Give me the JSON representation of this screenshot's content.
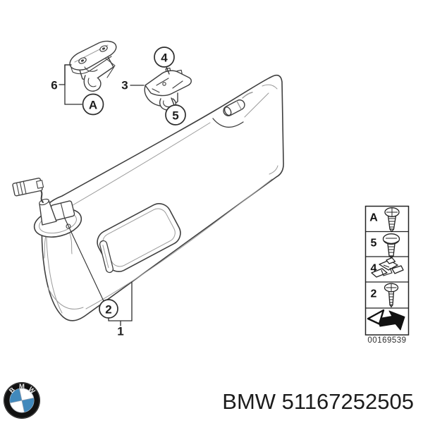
{
  "title": "BMW parts diagram - sun visor",
  "colors": {
    "line": "#3f3f3f",
    "line_light": "#9a9a9a",
    "text": "#1c1c1c",
    "logo_blue": "#4189bc",
    "logo_black": "#111111"
  },
  "callouts": {
    "item6": "6",
    "item3": "3",
    "item1": "1",
    "circleA": "A",
    "circle4": "4",
    "circle5": "5",
    "circle2": "2"
  },
  "legend": {
    "rows": [
      {
        "label": "A",
        "icon": "pan-head-screw"
      },
      {
        "label": "5",
        "icon": "pan-head-screw"
      },
      {
        "label": "4",
        "icon": "expanding-clip"
      },
      {
        "label": "2",
        "icon": "pan-head-screw"
      },
      {
        "label": "",
        "icon": "view-direction-arrow"
      }
    ],
    "diagram_number": "00169539"
  },
  "footer": {
    "text": "BMW 51167252505",
    "brand": "BMW",
    "part_number": "51167252505",
    "logo_letters": [
      "B",
      "M",
      "W"
    ]
  }
}
